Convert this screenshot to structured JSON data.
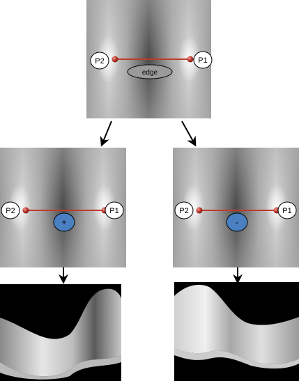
{
  "top_panel": {
    "point_left": "P2",
    "point_right": "P1",
    "edge_label": "edge"
  },
  "left_panel": {
    "point_left": "P2",
    "point_right": "P1",
    "sign": "+",
    "sign_color": "#4a7fc1"
  },
  "right_panel": {
    "point_left": "P2",
    "point_right": "P1",
    "sign": "-",
    "sign_color": "#4a7fc1"
  },
  "colors": {
    "edge_line": "#c0392b",
    "point_dot": "#c0392b",
    "surface_bg": "#000000"
  }
}
